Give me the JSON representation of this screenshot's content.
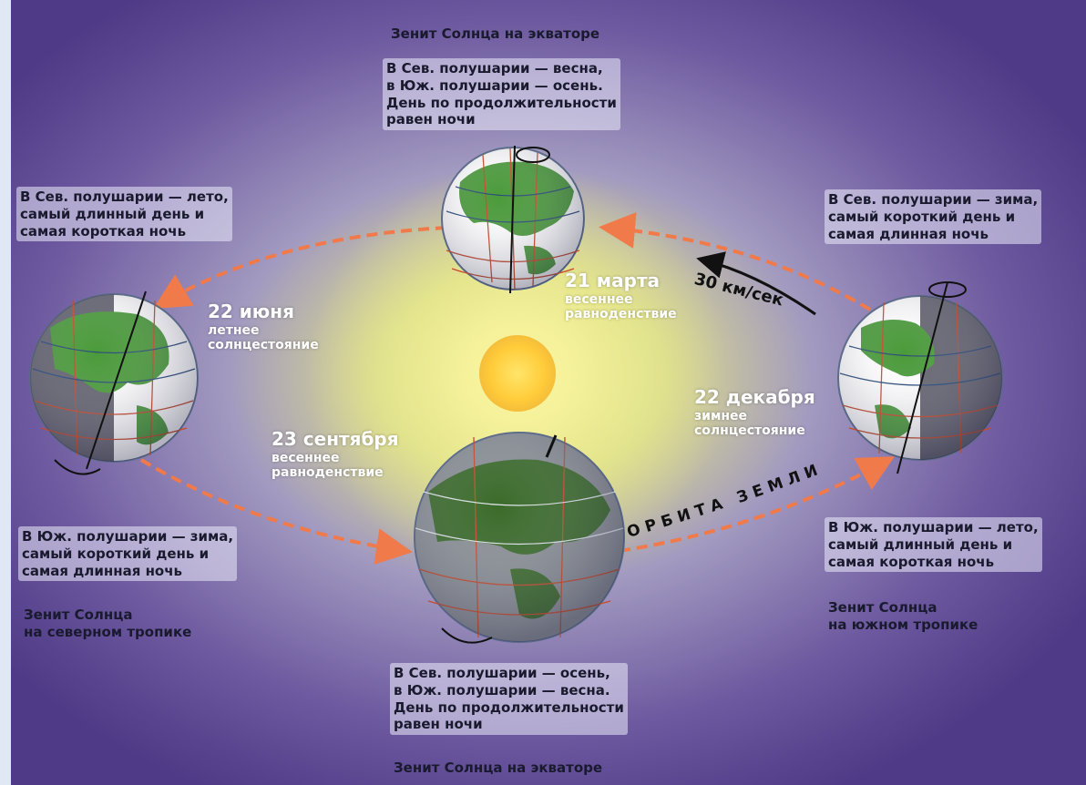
{
  "top": {
    "zenith": "Зенит Солнца на экваторе",
    "lines": [
      "В Сев. полушарии — весна,",
      "в Юж. полушарии — осень.",
      "День по продолжительности",
      "равен ночи"
    ]
  },
  "left_top": {
    "lines": [
      "В Сев. полушарии — лето,",
      "самый длинный день и",
      "самая короткая ночь"
    ]
  },
  "left_bottom": {
    "lines": [
      "В Юж. полушарии — зима,",
      "самый короткий день и",
      "самая длинная ночь"
    ],
    "zenith": [
      "Зенит Солнца",
      "на северном тропике"
    ]
  },
  "right_top": {
    "lines": [
      "В Сев. полушарии — зима,",
      "самый короткий день и",
      "самая длинная ночь"
    ]
  },
  "right_bottom": {
    "lines": [
      "В Юж. полушарии — лето,",
      "самый длинный день и",
      "самая короткая ночь"
    ],
    "zenith": [
      "Зенит Солнца",
      "на южном тропике"
    ]
  },
  "bottom": {
    "lines": [
      "В Сев. полушарии — осень,",
      "в Юж. полушарии — весна.",
      "День по продолжительности",
      "равен ночи"
    ],
    "zenith": "Зенит Солнца на экваторе"
  },
  "positions": {
    "march": {
      "date": "21 марта",
      "name": [
        "весеннее",
        "равноденствие"
      ]
    },
    "june": {
      "date": "22 июня",
      "name": [
        "летнее",
        "солнцестояние"
      ]
    },
    "september": {
      "date": "23 сентября",
      "name": [
        "весеннее",
        "равноденствие"
      ]
    },
    "december": {
      "date": "22 декабря",
      "name": [
        "зимнее",
        "солнцестояние"
      ]
    }
  },
  "speed": "30 км/сек",
  "orbit_label": "ОРБИТА ЗЕМЛИ",
  "colors": {
    "background": "#5a4a8a",
    "sun": "#ffd84a",
    "orbit_arrow": "#f07a4a",
    "land": "#4a9a3a",
    "ocean": "#ffffff",
    "grid_lines": "#c84a2a"
  }
}
